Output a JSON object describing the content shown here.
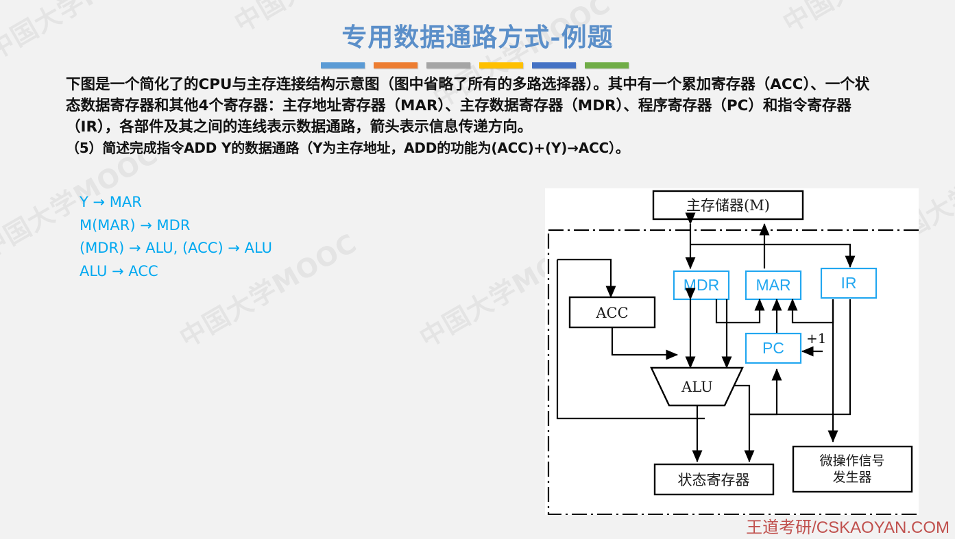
{
  "slide": {
    "title": "专用数据通路方式-例题",
    "title_color": "#5b8fc9",
    "background": "#f2f2f2",
    "rule_colors": [
      "#5b9bd5",
      "#ed7d31",
      "#a5a5a5",
      "#ffc000",
      "#4472c4",
      "#70ad47"
    ]
  },
  "body": {
    "paragraph": "下图是一个简化了的CPU与主存连接结构示意图（图中省略了所有的多路选择器）。其中有一个累加寄存器（ACC）、一个状态数据寄存器和其他4个寄存器：主存地址寄存器（MAR）、主存数据寄存器（MDR）、程序寄存器（PC）和指令寄存器（IR），各部件及其之间的连线表示数据通路，箭头表示信息传递方向。",
    "question": "（5）简述完成指令ADD Y的数据通路（Y为主存地址，ADD的功能为(ACC)+(Y)→ACC）。"
  },
  "answer": {
    "color": "#00a8f0",
    "lines": [
      "Y → MAR",
      "M(MAR) → MDR",
      "(MDR) → ALU, (ACC) → ALU",
      "ALU → ACC"
    ]
  },
  "diagram": {
    "memory": "主存储器(M)",
    "acc": "ACC",
    "mdr": "MDR",
    "mar": "MAR",
    "ir": "IR",
    "pc": "PC",
    "plus_one": "+1",
    "alu": "ALU",
    "status_register": "状态寄存器",
    "micro_op_line1": "微操作信号",
    "micro_op_line2": "发生器",
    "register_color": "#22a7f0",
    "box_color": "#000000"
  },
  "footer": {
    "text": "王道考研/CSKAOYAN.COM",
    "color": "#c0504d"
  },
  "watermarks": [
    "中国大学MOOC",
    "中国大学MOOC",
    "中国大学MOOC",
    "中国大学MOOC",
    "中国大学MOOC",
    "中国大学MOOC",
    "中国大学MOOC",
    "中国大学MOOC",
    "中国大学MOOC"
  ]
}
